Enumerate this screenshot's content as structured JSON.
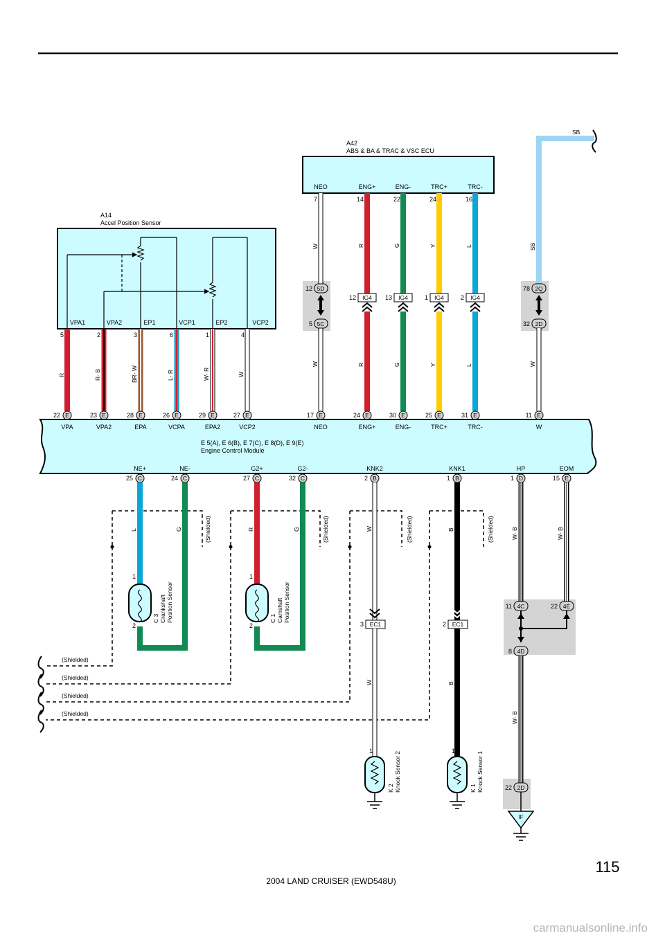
{
  "page": {
    "page_number": "115",
    "footer": "2004 LAND CRUISER (EWD548U)",
    "watermark": "carmanualsonline.info"
  },
  "colors": {
    "R": "#d0202f",
    "G": "#128a52",
    "Y": "#ffcc00",
    "L": "#0aa6d8",
    "BR": "#9a5a2c",
    "B": "#000000",
    "SB": "#9dd6f2",
    "W": "#ffffff",
    "component": "#ccfcff",
    "junction": "#d4d4d4"
  },
  "ecu": {
    "id": "A42",
    "name": "ABS & BA & TRAC & VSC ECU",
    "terminals": [
      {
        "name": "NEO",
        "pin": "7"
      },
      {
        "name": "ENG+",
        "pin": "14"
      },
      {
        "name": "ENG-",
        "pin": "22"
      },
      {
        "name": "TRC+",
        "pin": "24"
      },
      {
        "name": "TRC-",
        "pin": "16"
      }
    ]
  },
  "accel_sensor": {
    "id": "A14",
    "name": "Accel Position Sensor",
    "terminals": [
      {
        "name": "VPA1",
        "pin": "5"
      },
      {
        "name": "VPA2",
        "pin": "2"
      },
      {
        "name": "EP1",
        "pin": "3"
      },
      {
        "name": "VCP1",
        "pin": "6"
      },
      {
        "name": "EP2",
        "pin": "1"
      },
      {
        "name": "VCP2",
        "pin": "4"
      }
    ]
  },
  "ecm": {
    "title": "E 5(A), E 6(B), E 7(C), E 8(D), E 9(E)",
    "subtitle": "Engine Control Module",
    "top_terminals": [
      {
        "name": "VPA",
        "pin": "22",
        "conn": "E"
      },
      {
        "name": "VPA2",
        "pin": "23",
        "conn": "E"
      },
      {
        "name": "EPA",
        "pin": "28",
        "conn": "E"
      },
      {
        "name": "VCPA",
        "pin": "26",
        "conn": "E"
      },
      {
        "name": "EPA2",
        "pin": "29",
        "conn": "E"
      },
      {
        "name": "VCP2",
        "pin": "27",
        "conn": "E"
      },
      {
        "name": "NEO",
        "pin": "17",
        "conn": "E"
      },
      {
        "name": "ENG+",
        "pin": "24",
        "conn": "E"
      },
      {
        "name": "ENG-",
        "pin": "30",
        "conn": "E"
      },
      {
        "name": "TRC+",
        "pin": "25",
        "conn": "E"
      },
      {
        "name": "TRC-",
        "pin": "31",
        "conn": "E"
      },
      {
        "name": "W",
        "pin": "11",
        "conn": "E"
      }
    ],
    "bottom_terminals": [
      {
        "name": "NE+",
        "pin": "25",
        "conn": "C"
      },
      {
        "name": "NE-",
        "pin": "24",
        "conn": "C"
      },
      {
        "name": "G2+",
        "pin": "27",
        "conn": "C"
      },
      {
        "name": "G2-",
        "pin": "32",
        "conn": "C"
      },
      {
        "name": "KNK2",
        "pin": "2",
        "conn": "B"
      },
      {
        "name": "KNK1",
        "pin": "1",
        "conn": "B"
      },
      {
        "name": "HP",
        "pin": "1",
        "conn": "D"
      },
      {
        "name": "EOM",
        "pin": "15",
        "conn": "E"
      }
    ]
  },
  "wire_labels": {
    "accel": [
      "R",
      "R- B",
      "BR- W",
      "L- R",
      "W- R",
      "W"
    ],
    "ecu_upper": [
      "W",
      "R",
      "G",
      "Y",
      "L"
    ],
    "ecu_lower": [
      "W",
      "R",
      "G",
      "Y",
      "L"
    ],
    "sb_upper": "SB",
    "sb_top": "SB",
    "sb_lower": "W",
    "crank": [
      "L",
      "G"
    ],
    "cam": [
      "R",
      "G"
    ],
    "knk2_upper": "W",
    "knk2_lower": "W",
    "knk1_upper": "B",
    "knk1_lower": "B",
    "hp": "W- B",
    "eom": "W- B",
    "ground_wire": "W- B"
  },
  "junctions": {
    "j5d": {
      "pin": "12",
      "conn": "5D"
    },
    "j5c": {
      "pin": "5",
      "conn": "5C"
    },
    "ig4": [
      {
        "pin": "12",
        "conn": "IG4"
      },
      {
        "pin": "13",
        "conn": "IG4"
      },
      {
        "pin": "1",
        "conn": "IG4"
      },
      {
        "pin": "2",
        "conn": "IG4"
      }
    ],
    "j2q": {
      "pin": "78",
      "conn": "2Q"
    },
    "j2d_upper": {
      "pin": "32",
      "conn": "2D"
    },
    "j4c": {
      "pin": "11",
      "conn": "4C"
    },
    "j4e": {
      "pin": "22",
      "conn": "4E"
    },
    "j4d": {
      "pin": "8",
      "conn": "4D"
    },
    "j2d_lower": {
      "pin": "22",
      "conn": "2D"
    },
    "ec1_knk2": {
      "pin": "3",
      "conn": "EC1"
    },
    "ec1_knk1": {
      "pin": "2",
      "conn": "EC1"
    }
  },
  "shielded": "(Shielded)",
  "sensors": {
    "crank": {
      "id": "C 3",
      "name1": "Crankshaft",
      "name2": "Position Sensor",
      "pin_top": "1",
      "pin_bottom": "2"
    },
    "cam": {
      "id": "C 1",
      "name1": "Camshaft",
      "name2": "Position Sensor",
      "pin_top": "1",
      "pin_bottom": "2"
    },
    "knk2": {
      "id": "K 2",
      "name": "Knock Sensor 2",
      "pin": "1"
    },
    "knk1": {
      "id": "K 1",
      "name": "Knock Sensor 1",
      "pin": "1"
    }
  },
  "ground": {
    "label": "IF"
  }
}
